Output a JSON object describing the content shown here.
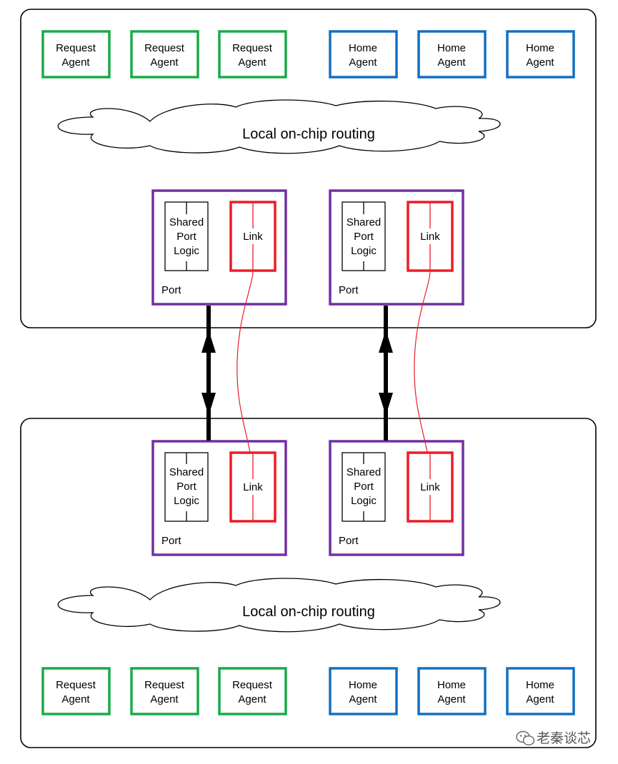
{
  "top_chip": {
    "request_agents": [
      {
        "line1": "Request",
        "line2": "Agent"
      },
      {
        "line1": "Request",
        "line2": "Agent"
      },
      {
        "line1": "Request",
        "line2": "Agent"
      }
    ],
    "home_agents": [
      {
        "line1": "Home",
        "line2": "Agent"
      },
      {
        "line1": "Home",
        "line2": "Agent"
      },
      {
        "line1": "Home",
        "line2": "Agent"
      }
    ],
    "routing_label": "Local on-chip routing",
    "ports": [
      {
        "shared": [
          "Shared",
          "Port",
          "Logic"
        ],
        "link": "Link",
        "port": "Port"
      },
      {
        "shared": [
          "Shared",
          "Port",
          "Logic"
        ],
        "link": "Link",
        "port": "Port"
      }
    ]
  },
  "bottom_chip": {
    "ports": [
      {
        "shared": [
          "Shared",
          "Port",
          "Logic"
        ],
        "link": "Link",
        "port": "Port"
      },
      {
        "shared": [
          "Shared",
          "Port",
          "Logic"
        ],
        "link": "Link",
        "port": "Port"
      }
    ],
    "routing_label": "Local on-chip routing",
    "request_agents": [
      {
        "line1": "Request",
        "line2": "Agent"
      },
      {
        "line1": "Request",
        "line2": "Agent"
      },
      {
        "line1": "Request",
        "line2": "Agent"
      }
    ],
    "home_agents": [
      {
        "line1": "Home",
        "line2": "Agent"
      },
      {
        "line1": "Home",
        "line2": "Agent"
      },
      {
        "line1": "Home",
        "line2": "Agent"
      }
    ]
  },
  "watermark": "老秦谈芯",
  "colors": {
    "request_agent": "#1aaa4a",
    "home_agent": "#1470c0",
    "port": "#7030a0",
    "link": "#ee1c24"
  }
}
